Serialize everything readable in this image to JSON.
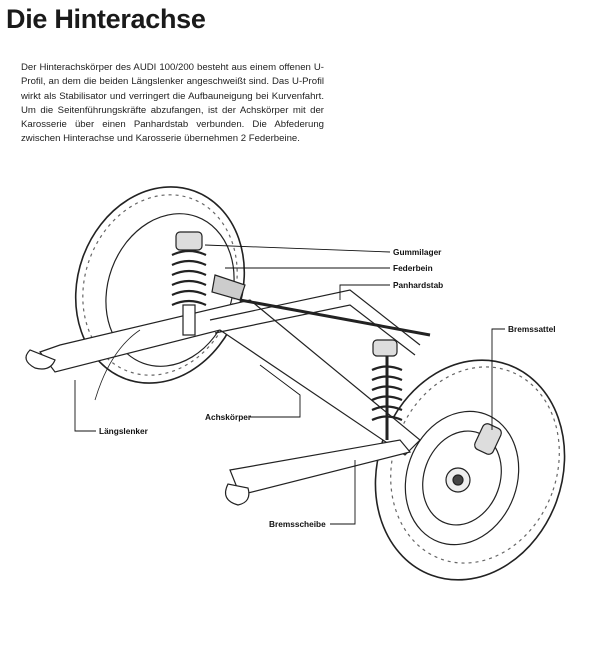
{
  "page": {
    "title": "Die Hinterachse",
    "body": "Der Hinterachskörper des AUDI 100/200 besteht aus einem offenen U-Profil, an dem die beiden Längslenker angeschweißt sind. Das U-Profil wirkt als Stabilisator und verringert die Aufbauneigung bei Kurvenfahrt. Um die Seitenführungskräfte abzufangen, ist der Achskörper mit der Karosserie über einen Panhardstab verbunden. Die Abfederung zwischen Hinterachse und Karosserie übernehmen 2 Federbeine."
  },
  "labels": {
    "gummilager": "Gummilager",
    "federbein": "Federbein",
    "panhardstab": "Panhardstab",
    "bremssattel": "Bremssattel",
    "achskoerper": "Achskörper",
    "laengslenker": "Längslenker",
    "bremsscheibe": "Bremsscheibe"
  }
}
